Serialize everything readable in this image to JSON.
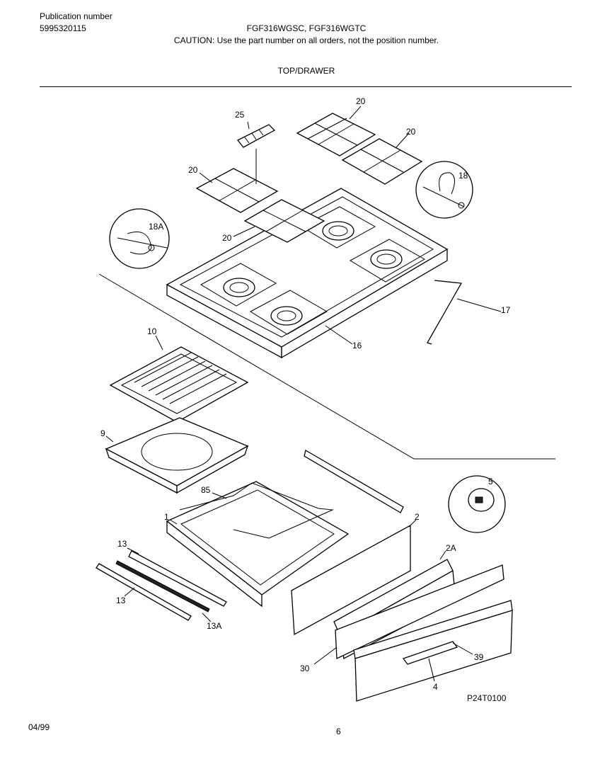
{
  "header": {
    "publication_label": "Publication number",
    "publication_number": "5995320115",
    "models": "FGF316WGSC, FGF316WGTC",
    "caution": "CAUTION:  Use the part number on all orders, not the position number.",
    "section_title": "TOP/DRAWER"
  },
  "diagram": {
    "labels": {
      "p25": "25",
      "p20_a": "20",
      "p20_b": "20",
      "p20_c": "20",
      "p20_d": "20",
      "p18": "18",
      "p18a": "18A",
      "p17": "17",
      "p16": "16",
      "p10": "10",
      "p9": "9",
      "p85": "85",
      "p1": "1",
      "p2": "2",
      "p5": "5",
      "p2a": "2A",
      "p13_a": "13",
      "p13_b": "13",
      "p13a": "13A",
      "p30": "30",
      "p39": "39",
      "p4": "4"
    },
    "drawing_code": "P24T0100"
  },
  "footer": {
    "date": "04/99",
    "page": "6"
  }
}
